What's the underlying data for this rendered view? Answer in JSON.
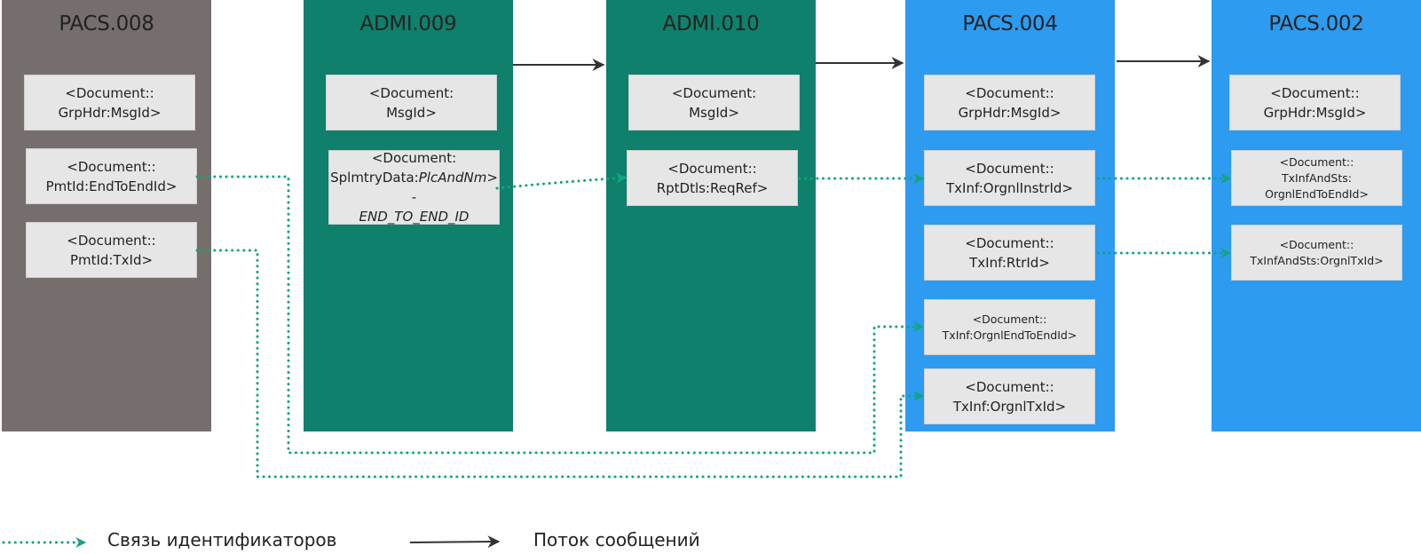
{
  "diagram": {
    "columns": [
      {
        "id": "pacs008",
        "title": "PACS.008",
        "color": "#756e6d",
        "fields": [
          {
            "lines": [
              "<Document::",
              "GrpHdr:MsgId>"
            ]
          },
          {
            "lines": [
              "<Document::",
              "PmtId:EndToEndId>"
            ]
          },
          {
            "lines": [
              "<Document::",
              "PmtId:TxId>"
            ]
          }
        ]
      },
      {
        "id": "admi009",
        "title": "ADMI.009",
        "color": "#0f806b",
        "fields": [
          {
            "lines": [
              "<Document:",
              "MsgId>"
            ]
          },
          {
            "line1": "<Document:",
            "line2_prefix": "SplmtryData:",
            "line2_italic": "PlcAndNm",
            "line2_suffix": "> -",
            "line3_italic": "END_TO_END_ID"
          }
        ]
      },
      {
        "id": "admi010",
        "title": "ADMI.010",
        "color": "#0f806b",
        "fields": [
          {
            "lines": [
              "<Document:",
              "MsgId>"
            ]
          },
          {
            "lines": [
              "<Document::",
              "RptDtls:ReqRef>"
            ]
          }
        ]
      },
      {
        "id": "pacs004",
        "title": "PACS.004",
        "color": "#2d9bf0",
        "fields": [
          {
            "lines": [
              "<Document::",
              "GrpHdr:MsgId>"
            ]
          },
          {
            "lines": [
              "<Document::",
              "TxInf:OrgnlInstrId>"
            ]
          },
          {
            "lines": [
              "<Document::",
              "TxInf:RtrId>"
            ]
          },
          {
            "lines": [
              "<Document::",
              "TxInf:OrgnlEndToEndId>"
            ]
          },
          {
            "lines": [
              "<Document::",
              "TxInf:OrgnlTxId>"
            ]
          }
        ]
      },
      {
        "id": "pacs002",
        "title": "PACS.002",
        "color": "#2d9bf0",
        "fields": [
          {
            "lines": [
              "<Document::",
              "GrpHdr:MsgId>"
            ]
          },
          {
            "lines": [
              "<Document::",
              "TxInfAndSts:",
              "OrgnlEndToEndId>"
            ]
          },
          {
            "lines": [
              "<Document::",
              "TxInfAndSts:OrgnlTxId>"
            ]
          }
        ]
      }
    ],
    "message_flow": [
      {
        "from": "ADMI.009",
        "to": "ADMI.010"
      },
      {
        "from": "ADMI.010",
        "to": "PACS.004"
      },
      {
        "from": "PACS.004",
        "to": "PACS.002"
      }
    ],
    "identifier_links": [
      {
        "from": "PACS.008 PmtId:EndToEndId",
        "to": "PACS.004 TxInf:OrgnlEndToEndId"
      },
      {
        "from": "PACS.008 PmtId:TxId",
        "to": "PACS.004 TxInf:OrgnlTxId"
      },
      {
        "from": "ADMI.009 SplmtryData:PlcAndNm END_TO_END_ID",
        "to": "ADMI.010 RptDtls:ReqRef"
      },
      {
        "from": "ADMI.010 RptDtls:ReqRef",
        "to": "PACS.004 TxInf:OrgnlInstrId"
      },
      {
        "from": "PACS.004 TxInf:OrgnlInstrId",
        "to": "PACS.002 TxInfAndSts:OrgnlEndToEndId"
      },
      {
        "from": "PACS.004 TxInf:RtrId",
        "to": "PACS.002 TxInfAndSts:OrgnlTxId"
      }
    ],
    "colors": {
      "link": "#14a383",
      "flow": "#333333"
    }
  },
  "legend": {
    "identifier_link_label": "Связь идентификаторов",
    "message_flow_label": "Поток сообщений"
  }
}
